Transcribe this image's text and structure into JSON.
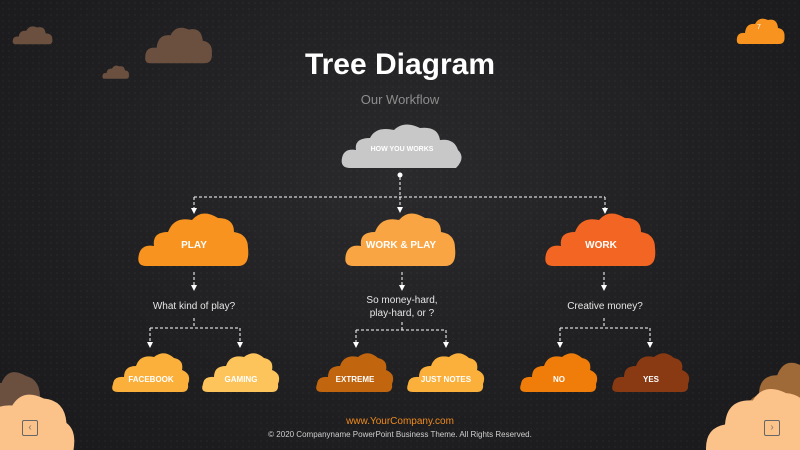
{
  "slide": {
    "title": "Tree Diagram",
    "subtitle": "Our Workflow",
    "page_number": "7"
  },
  "root": {
    "label": "HOW YOU WORKS",
    "color": "#c8c8c8"
  },
  "branches": [
    {
      "label": "PLAY",
      "color": "#f7931e",
      "question": "What kind of play?",
      "children": [
        {
          "label": "FACEBOOK",
          "color": "#fbb03b"
        },
        {
          "label": "GAMING",
          "color": "#fdc45c"
        }
      ]
    },
    {
      "label": "WORK & PLAY",
      "color": "#f9a543",
      "question_lines": [
        "So money-hard,",
        "play-hard, or ?"
      ],
      "children": [
        {
          "label": "EXTREME",
          "color": "#c1660f"
        },
        {
          "label": "JUST NOTES",
          "color": "#fbb03b"
        }
      ]
    },
    {
      "label": "WORK",
      "color": "#f26522",
      "question": "Creative money?",
      "children": [
        {
          "label": "NO",
          "color": "#f07d0a"
        },
        {
          "label": "YES",
          "color": "#8a3a12"
        }
      ]
    }
  ],
  "footer": {
    "url": "www.YourCompany.com",
    "copyright": "© 2020 Companyname  PowerPoint  Business Theme. All Rights Reserved."
  },
  "nav": {
    "prev_icon": "‹",
    "next_icon": "›"
  },
  "colors": {
    "background": "#1e1e20",
    "accent": "#f08a1c",
    "decor_cloud_brown": "#6b5040",
    "decor_cloud_peach": "#fbc28a",
    "page_badge": "#f7931e"
  }
}
